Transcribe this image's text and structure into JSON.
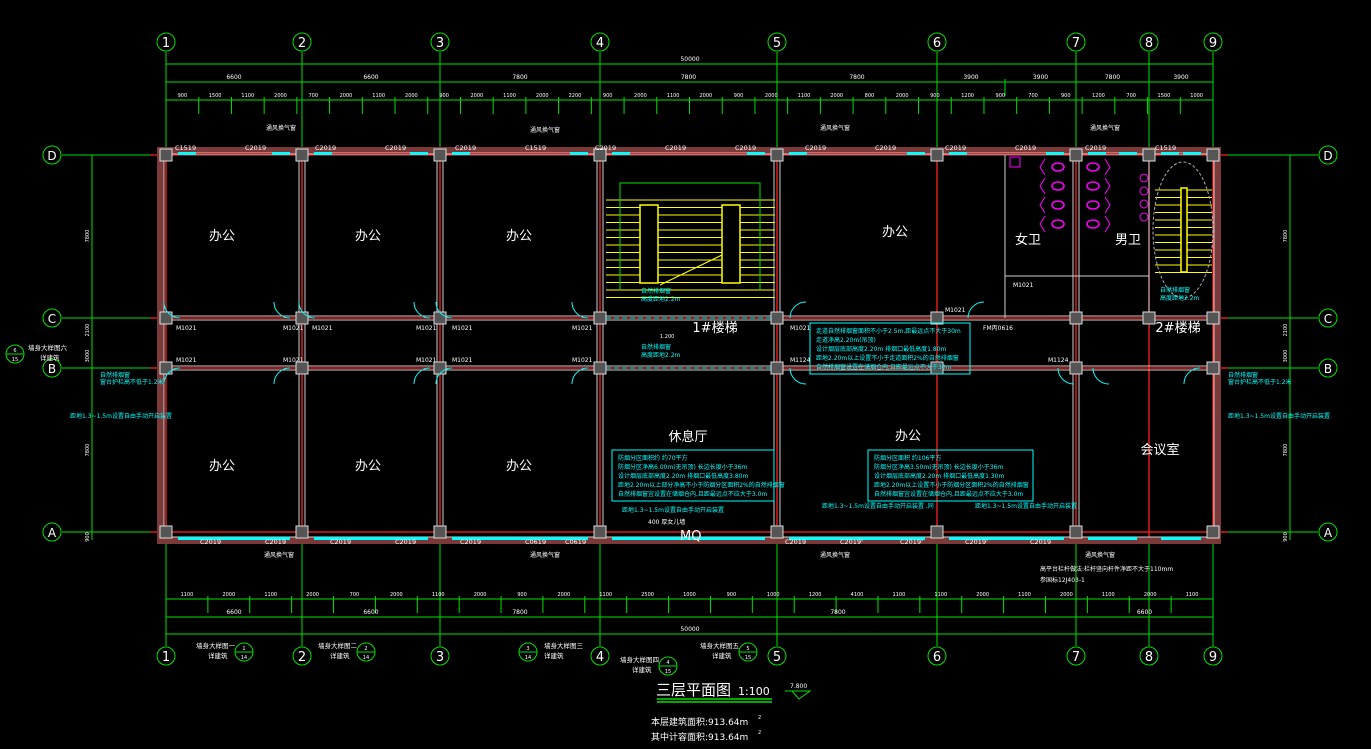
{
  "drawing": {
    "title": "三层平面图",
    "scale": "1:100",
    "elevation": "7.800",
    "area_building": "本层建筑面积:913.64m",
    "area_counted": "其中计容面积:913.64m",
    "area_unit_sup": "2"
  },
  "axes": {
    "columns": [
      "1",
      "2",
      "3",
      "4",
      "5",
      "6",
      "7",
      "8",
      "9"
    ],
    "rows": [
      "D",
      "C",
      "B",
      "A"
    ]
  },
  "rooms": [
    {
      "label": "办公"
    },
    {
      "label": "办公"
    },
    {
      "label": "办公"
    },
    {
      "label": "办公"
    },
    {
      "label": "办公"
    },
    {
      "label": "办公"
    },
    {
      "label": "办公"
    },
    {
      "label": "办公"
    },
    {
      "label": "休息厅"
    },
    {
      "label": "会议室"
    },
    {
      "label": "1#楼梯"
    },
    {
      "label": "2#楼梯"
    },
    {
      "label": "女卫"
    },
    {
      "label": "男卫"
    }
  ],
  "doors": [
    "M1021",
    "M1021",
    "M1021",
    "M1021",
    "M1021",
    "M1021",
    "M1021",
    "M1021",
    "M1021",
    "M1021",
    "M1021",
    "M1021",
    "M1021",
    "M1124",
    "M1124",
    "M1021",
    "FM丙0616"
  ],
  "windows_top": [
    "C1519",
    "C2019",
    "C2019",
    "C2019",
    "C2019",
    "C1519",
    "C2019",
    "C2019",
    "C2019",
    "C2019",
    "C2019",
    "C2019",
    "C2019",
    "C2019",
    "C1519"
  ],
  "windows_bottom": [
    "C2019",
    "C2019",
    "C2019",
    "C2019",
    "C2019",
    "C0619",
    "C0619",
    "C2019",
    "C2019'",
    "C2019'",
    "C2019'",
    "C2019"
  ],
  "dimensions": {
    "total": "50000",
    "top_axis": [
      "6600",
      "6600",
      "7800",
      "7800",
      "7800",
      "3900",
      "3900",
      "7800",
      "3900"
    ],
    "top_detail": [
      "900",
      "1500",
      "1100",
      "2000",
      "700",
      "2000",
      "1100",
      "2000",
      "900",
      "2000",
      "1100",
      "2000",
      "2200",
      "900",
      "2000",
      "1100",
      "2000",
      "900",
      "2000",
      "1100",
      "2000",
      "800",
      "2000",
      "900",
      "1200",
      "900",
      "700",
      "900",
      "1200",
      "700",
      "1500",
      "1000"
    ],
    "bottom_axis": [
      "6600",
      "6600",
      "7800",
      "7800",
      "6600"
    ],
    "bottom_detail": [
      "1100",
      "2000",
      "1100",
      "2000",
      "700",
      "2000",
      "1100",
      "2000",
      "900",
      "2000",
      "1100",
      "2500",
      "1000",
      "900",
      "1000",
      "1200",
      "4100",
      "1100",
      "1100",
      "2000",
      "1100",
      "2000",
      "1100",
      "2000",
      "1100"
    ],
    "left": [
      "7800",
      "2100",
      "3000",
      "7800",
      "900"
    ],
    "right": [
      "7800",
      "2100",
      "3000",
      "7800",
      "900"
    ]
  },
  "notes": {
    "hall_notes": [
      "防烟分区面积约 约70平方",
      "防烟分区净高6.00m(无吊顶) 长边长度小于36m",
      "设计烟层底部高度2.20m 排烟口最低高度3.80m",
      "距地2.20m以上部分净高不小于防烟分区面积2%的自然排烟窗",
      "自然排烟窗宜设置在储烟仓内,且距最远点不应大于3.0m"
    ],
    "office_notes": [
      "防烟分区面积 约106平方",
      "防烟分区净高3.50m(无吊顶) 长边长度小于36m",
      "设计烟层底部高度2.20m 排烟口最低高度1.30m",
      "距地2.20m以上设置不小于防烟分区面积2%的自然排烟窗",
      "自然排烟窗宜设置在储烟仓内,且距最远点不应大于3.0m"
    ],
    "corridor_notes": [
      "走道自然排烟窗面积不小于2.5m,距最远点不大于30m",
      "走道净高2.20m(吊顶)",
      "设计烟层底部高度2.20m 排烟口最低高度1.80m",
      "距地2.20m以上设置不小于走道面积2%的自然排烟窗",
      "自然排烟窗设置在储烟仓内,且距最远点不大于30m"
    ],
    "smoke_window": "距地1.3~1.5m设置自由手动开启装置",
    "smoke_window_2": "距地1.3~1.5m设置自由手动开启装置 ,同",
    "stair_note_a": "自然排烟窗",
    "stair_note_b": "高度距地2.2m",
    "stair_elev": "1.200",
    "vent_label": "通风换气窗",
    "mq_label": "MQ",
    "parapet": "400 厚女儿墙",
    "railing": "窗台护栏高不低于1.2米",
    "railing_note": "自然排烟窗",
    "bay_note": "高平台栏杆做法:栏杆竖向杆件净距不大于110mm",
    "bay_ref": "参国标12J403-1"
  },
  "details": [
    {
      "title": "墙身大样图一",
      "sub": "详建筑",
      "num": "1",
      "sheet": "14"
    },
    {
      "title": "墙身大样图二",
      "sub": "详建筑",
      "num": "2",
      "sheet": "14"
    },
    {
      "title": "墙身大样图三",
      "sub": "详建筑",
      "num": "3",
      "sheet": "14"
    },
    {
      "title": "墙身大样图四",
      "sub": "详建筑",
      "num": "4",
      "sheet": "15"
    },
    {
      "title": "墙身大样图五",
      "sub": "详建筑",
      "num": "5",
      "sheet": "15"
    },
    {
      "title": "墙身大样图六",
      "sub": "详建筑",
      "num": "6",
      "sheet": "15"
    }
  ]
}
